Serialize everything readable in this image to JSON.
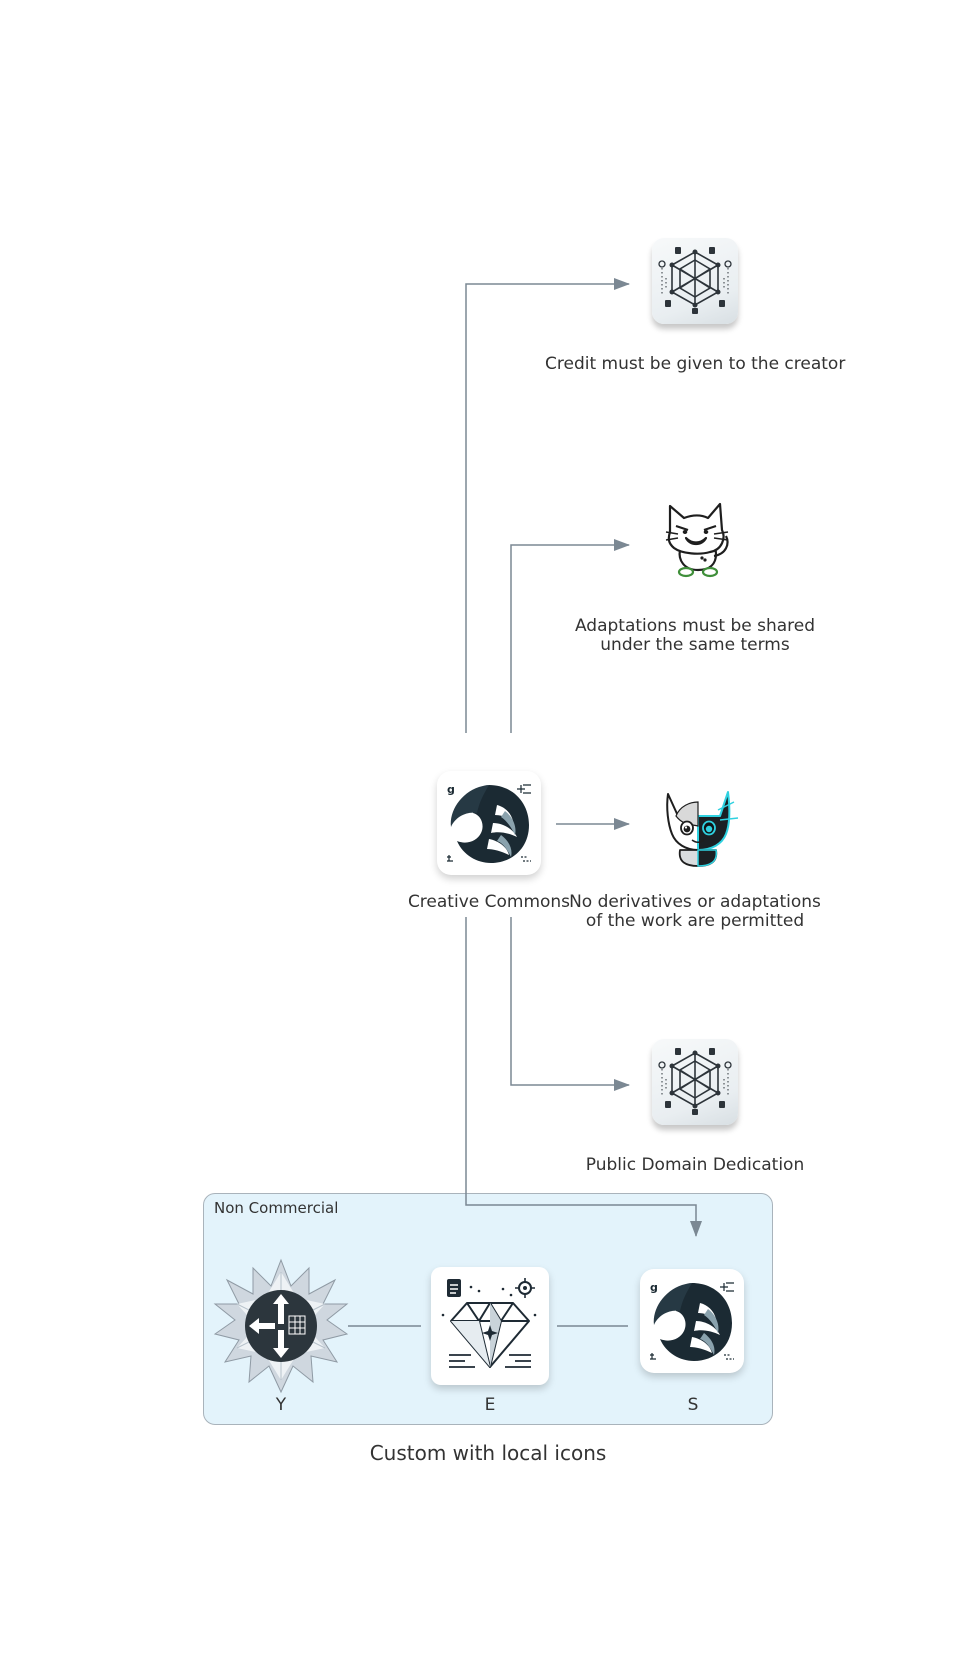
{
  "diagram": {
    "caption": "Custom with local icons",
    "cluster": {
      "label": "Non Commercial"
    },
    "nodes": {
      "creative_commons": "Creative Commons",
      "by": "Credit must be given to the creator",
      "sa": {
        "line1": "Adaptations must be shared",
        "line2": "under the same terms"
      },
      "nd": {
        "line1": "No derivatives or adaptations",
        "line2": "of the work are permitted"
      },
      "zero": "Public Domain Dedication",
      "y": "Y",
      "e": "E",
      "s": "S"
    },
    "icons": {
      "creative_commons": "tiger-icon",
      "by": "polyhedron-icon",
      "sa": "cat-icon",
      "nd": "split-cat-icon",
      "zero": "polyhedron-icon",
      "y": "router-star-icon",
      "e": "diamond-icon",
      "s": "tiger-icon"
    },
    "colors": {
      "edge": "#7b8893",
      "cluster_fill": "#e3f3fb",
      "cluster_border": "#a9b3bb",
      "text": "#333333"
    }
  }
}
